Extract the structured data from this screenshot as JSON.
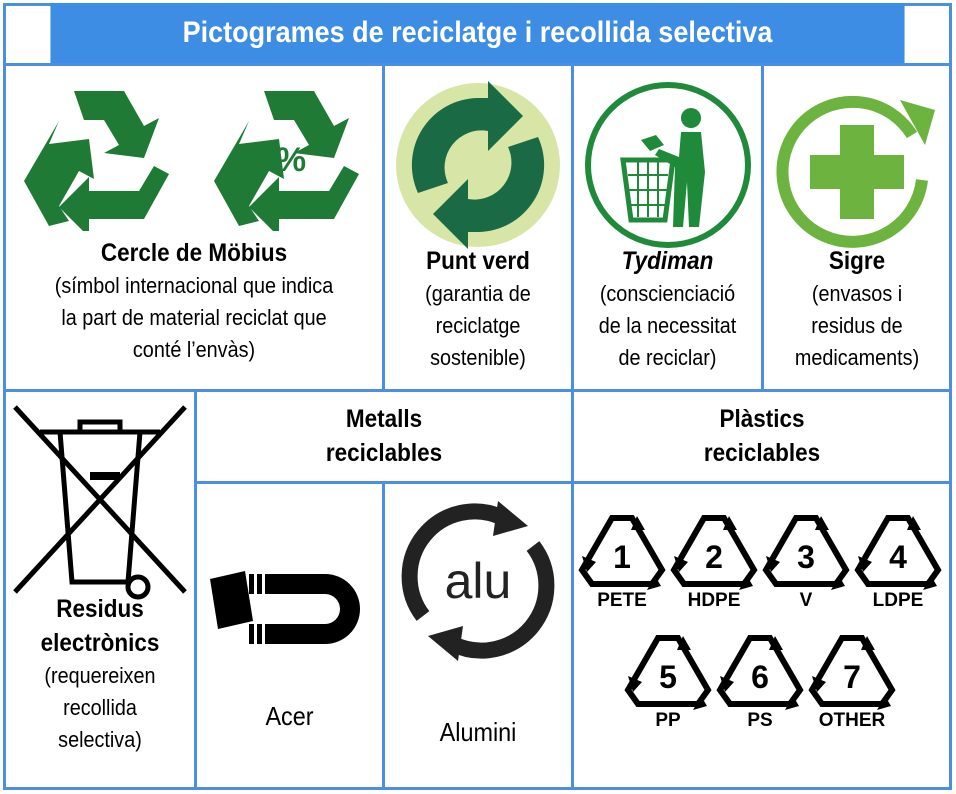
{
  "title": "Pictogrames de reciclatge i recollida selectiva",
  "top": [
    {
      "name": "Cercle de Möbius",
      "desc": [
        "(símbol internacional que indica",
        "la part de material reciclat que",
        "conté l’envàs)"
      ],
      "percent": "%"
    },
    {
      "name": "Punt verd",
      "desc": [
        "(garantia de",
        "reciclatge",
        "sostenible)"
      ]
    },
    {
      "name": "Tydiman",
      "desc": [
        "(conscienciació",
        "de la necessitat",
        "de reciclar)"
      ]
    },
    {
      "name": "Sigre",
      "desc": [
        "(envasos i",
        "residus de",
        "medicaments)"
      ]
    }
  ],
  "electronics": {
    "name": [
      "Residus",
      "electrònics"
    ],
    "desc": [
      "(requereixen",
      "recollida",
      "selectiva)"
    ]
  },
  "metals": {
    "header": [
      "Metalls",
      "reciclables"
    ],
    "items": [
      {
        "label": "Acer"
      },
      {
        "label": "Alumini",
        "logo": "alu"
      }
    ]
  },
  "plastics": {
    "header": [
      "Plàstics",
      "reciclables"
    ],
    "codes": [
      {
        "n": "1",
        "label": "PETE"
      },
      {
        "n": "2",
        "label": "HDPE"
      },
      {
        "n": "3",
        "label": "V"
      },
      {
        "n": "4",
        "label": "LDPE"
      },
      {
        "n": "5",
        "label": "PP"
      },
      {
        "n": "6",
        "label": "PS"
      },
      {
        "n": "7",
        "label": "OTHER"
      }
    ]
  },
  "colors": {
    "border": "#4a8fe3",
    "green": "#1f7a35",
    "lightgreen": "#6db33f"
  }
}
